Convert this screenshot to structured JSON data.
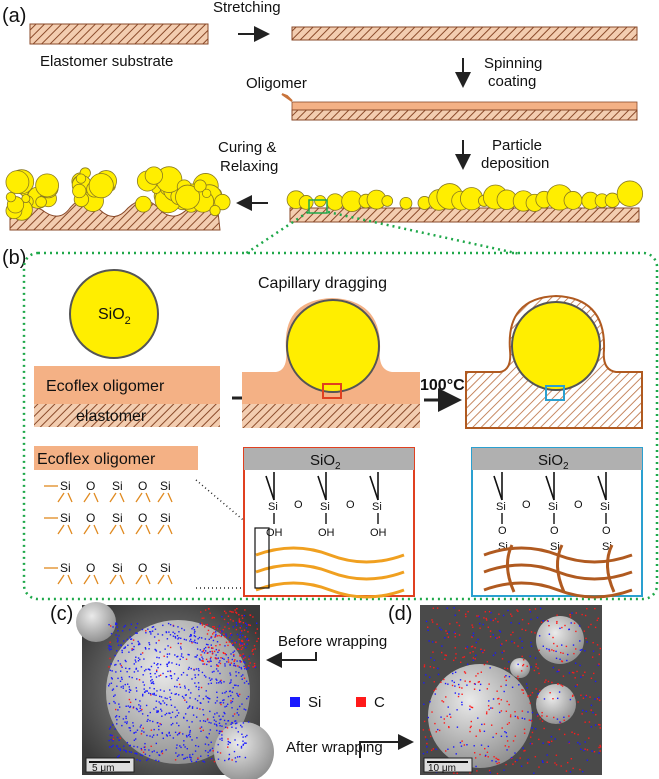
{
  "panel_labels": {
    "a": "(a)",
    "b": "(b)",
    "c": "(c)",
    "d": "(d)"
  },
  "panel_a": {
    "elastomer_substrate": "Elastomer substrate",
    "stretching": "Stretching",
    "oligomer": "Oligomer",
    "spinning_coating_1": "Spinning",
    "spinning_coating_2": "coating",
    "particle_deposition_1": "Particle",
    "particle_deposition_2": "deposition",
    "curing_relaxing_1": "Curing &",
    "curing_relaxing_2": "Relaxing"
  },
  "panel_b": {
    "sio2_particle": "SiO",
    "sio2_sub": "2",
    "capillary_dragging": "Capillary dragging",
    "ecoflex_oligomer": "Ecoflex oligomer",
    "elastomer": "elastomer",
    "temperature": "100°C",
    "ecoflex_oligomer_bar": "Ecoflex oligomer",
    "sio2_box": "SiO",
    "sio2_box_sub": "2",
    "chem_si": "Si",
    "chem_o": "O",
    "chem_oh": "OH"
  },
  "panel_c": {
    "scale": "5 μm",
    "before": "Before wrapping"
  },
  "panel_d": {
    "scale": "10 μm",
    "after": "After wrapping"
  },
  "legend": {
    "si": "Si",
    "c": "C",
    "si_color": "#1a1aff",
    "c_color": "#ff1a1a"
  },
  "colors": {
    "substrate_hatch": "#8a4a2a",
    "oligomer": "#f4b185",
    "particle": "#ffee00",
    "green_outline": "#1fa84a",
    "red_box": "#e04020",
    "blue_box": "#2aa0d0",
    "orange_chain": "#f0a020",
    "brown_network": "#b05a20"
  }
}
